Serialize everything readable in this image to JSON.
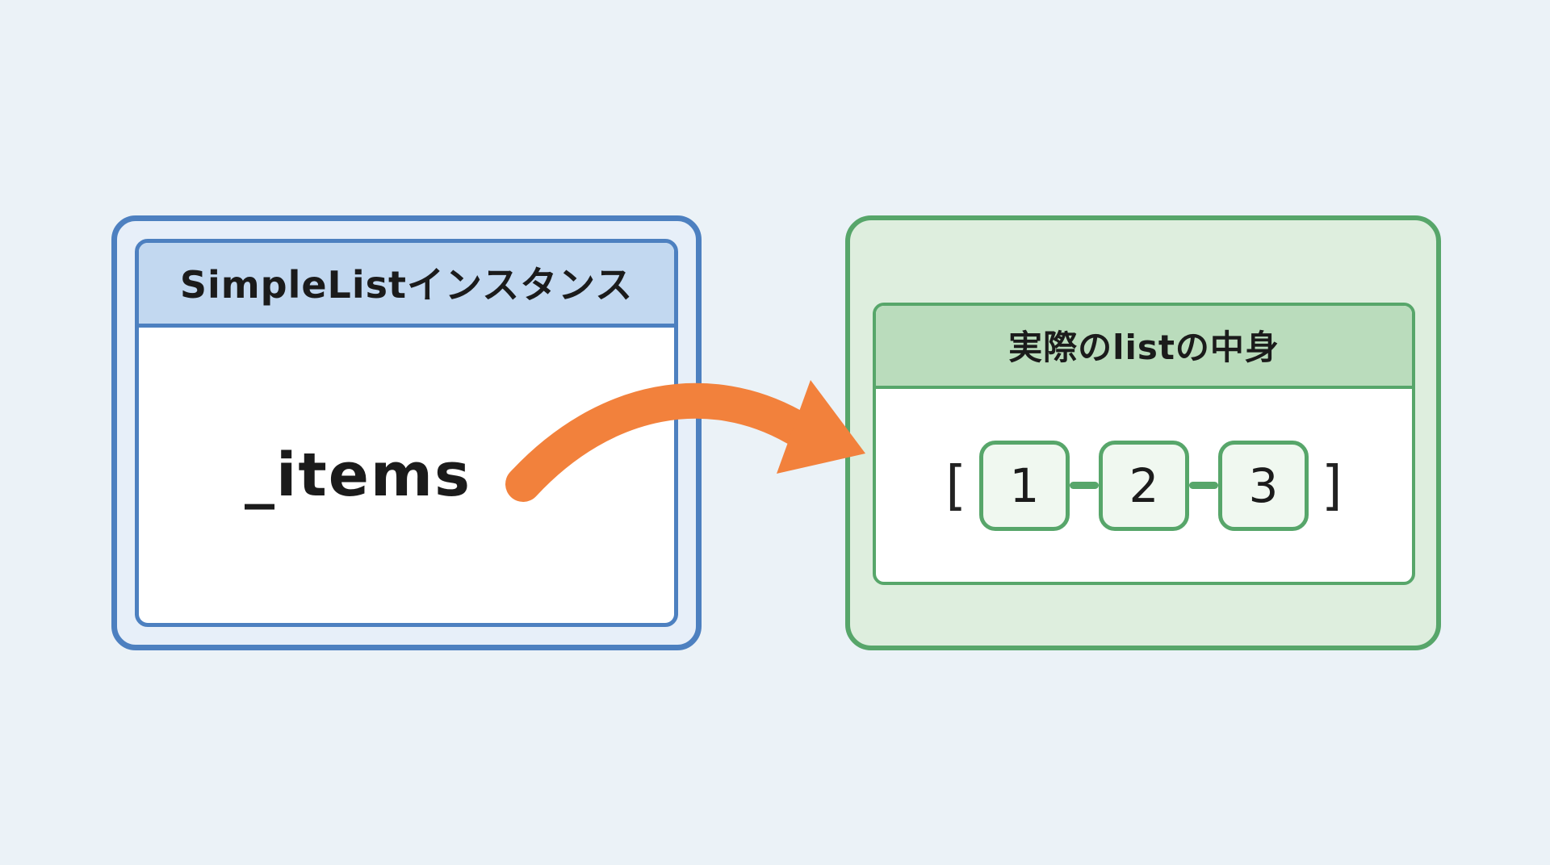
{
  "left_box": {
    "title": "SimpleListインスタンス",
    "label": "_items"
  },
  "right_box": {
    "title": "実際のlistの中身",
    "bracket_open": "[",
    "bracket_close": "]",
    "items": [
      "1",
      "2",
      "3"
    ]
  },
  "colors": {
    "background": "#ebf2f7",
    "blue_border": "#4d80c0",
    "blue_header": "#c2d8f0",
    "green_border": "#57a66a",
    "green_header": "#badcbc",
    "arrow": "#f2813c",
    "text": "#1b1b1b"
  }
}
